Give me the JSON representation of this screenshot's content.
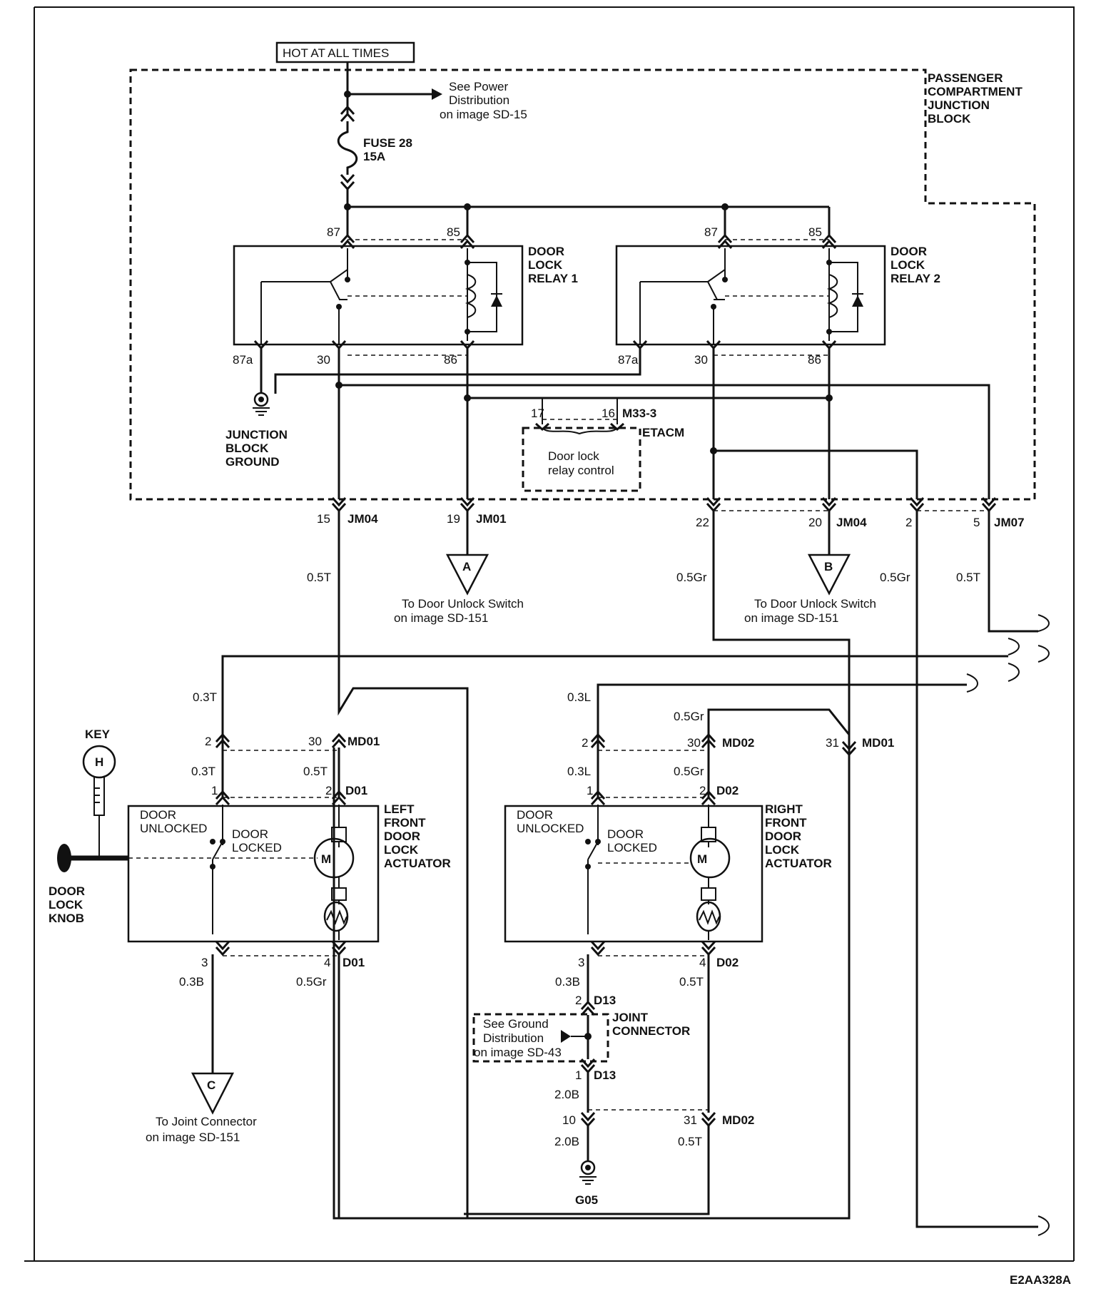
{
  "header": {
    "hot_at_all_times": "HOT AT ALL TIMES"
  },
  "power_ref": {
    "line1": "See Power",
    "line2": "Distribution",
    "line3": "on image SD-15"
  },
  "fuse": {
    "name": "FUSE 28",
    "rating": "15A"
  },
  "junction_block": {
    "line1": "PASSENGER",
    "line2": "COMPARTMENT",
    "line3": "JUNCTION",
    "line4": "BLOCK"
  },
  "relay1": {
    "line1": "DOOR",
    "line2": "LOCK",
    "line3": "RELAY 1",
    "pins": {
      "p87": "87",
      "p85": "85",
      "p87a": "87a",
      "p30": "30",
      "p86": "86"
    }
  },
  "relay2": {
    "line1": "DOOR",
    "line2": "LOCK",
    "line3": "RELAY 2",
    "pins": {
      "p87": "87",
      "p85": "85",
      "p87a": "87a",
      "p30": "30",
      "p86": "86"
    }
  },
  "jb_ground": {
    "line1": "JUNCTION",
    "line2": "BLOCK",
    "line3": "GROUND"
  },
  "etacm": {
    "name": "ETACM",
    "connector": "M33-3",
    "pin_a": "17",
    "pin_b": "16",
    "text1": "Door lock",
    "text2": "relay control"
  },
  "connectors": {
    "jm04_left": {
      "pin": "15",
      "name": "JM04"
    },
    "jm01": {
      "pin": "19",
      "name": "JM01"
    },
    "jm04_right_a": {
      "pin": "22"
    },
    "jm04_right_b": {
      "pin": "20",
      "name": "JM04"
    },
    "jm07_a": {
      "pin": "2"
    },
    "jm07_b": {
      "pin": "5",
      "name": "JM07"
    },
    "md01_left": {
      "pin_a": "2",
      "pin_b": "30",
      "name": "MD01"
    },
    "md02": {
      "pin_a": "2",
      "pin_b": "30",
      "name": "MD02"
    },
    "md01_right": {
      "pin": "31",
      "name": "MD01"
    },
    "d01_top": {
      "pin_a": "1",
      "pin_b": "2",
      "name": "D01"
    },
    "d02_top": {
      "pin_a": "1",
      "pin_b": "2",
      "name": "D02"
    },
    "d01_bottom": {
      "pin_a": "3",
      "pin_b": "4",
      "name": "D01"
    },
    "d02_bottom": {
      "pin_a": "3",
      "pin_b": "4",
      "name": "D02"
    },
    "d13_top": {
      "pin": "2",
      "name": "D13"
    },
    "d13_bottom": {
      "pin": "1",
      "name": "D13"
    },
    "md02_bottom": {
      "pin_a": "10",
      "pin_b": "31",
      "name": "MD02"
    }
  },
  "wires": {
    "w_05t_left": "0.5T",
    "w_05gr_mid": "0.5Gr",
    "w_05gr_right": "0.5Gr",
    "w_05t_right": "0.5T",
    "w_03t_a": "0.3T",
    "w_03t_b": "0.3T",
    "w_05t_b": "0.5T",
    "w_03l_a": "0.3L",
    "w_05gr_a": "0.5Gr",
    "w_03l_b": "0.3L",
    "w_05gr_b": "0.5Gr",
    "w_03b_left": "0.3B",
    "w_05gr_left_bottom": "0.5Gr",
    "w_03b_right": "0.3B",
    "w_05t_right_bottom": "0.5T",
    "w_20b_a": "2.0B",
    "w_20b_b": "2.0B",
    "w_05t_md02": "0.5T"
  },
  "refs": {
    "A": {
      "letter": "A",
      "line1": "To Door Unlock Switch",
      "line2": "on image SD-151"
    },
    "B": {
      "letter": "B",
      "line1": "To Door Unlock Switch",
      "line2": "on image SD-151"
    },
    "C": {
      "letter": "C",
      "line1": "To Joint Connector",
      "line2": "on image SD-151"
    }
  },
  "key": {
    "label": "KEY",
    "letter": "H"
  },
  "door_lock_knob": {
    "line1": "DOOR",
    "line2": "LOCK",
    "line3": "KNOB"
  },
  "left_actuator": {
    "line1": "LEFT",
    "line2": "FRONT",
    "line3": "DOOR",
    "line4": "LOCK",
    "line5": "ACTUATOR",
    "unlocked1": "DOOR",
    "unlocked2": "UNLOCKED",
    "locked1": "DOOR",
    "locked2": "LOCKED",
    "motor": "M"
  },
  "right_actuator": {
    "line1": "RIGHT",
    "line2": "FRONT",
    "line3": "DOOR",
    "line4": "LOCK",
    "line5": "ACTUATOR",
    "unlocked1": "DOOR",
    "unlocked2": "UNLOCKED",
    "locked1": "DOOR",
    "locked2": "LOCKED",
    "motor": "M"
  },
  "joint_connector": {
    "line1": "JOINT",
    "line2": "CONNECTOR"
  },
  "ground_ref": {
    "line1": "See Ground",
    "line2": "Distribution",
    "line3": "on image SD-43"
  },
  "ground": {
    "name": "G05"
  },
  "figure_id": "E2AA328A"
}
